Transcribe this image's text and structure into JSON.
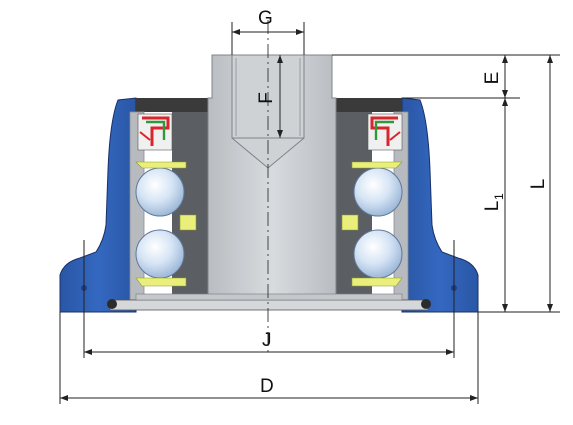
{
  "labels": {
    "G": "G",
    "F": "F",
    "E": "E",
    "L1": "L",
    "L1_sub": "1",
    "L": "L",
    "J": "J",
    "D": "D"
  },
  "colors": {
    "housing_blue": "#2e5fb4",
    "housing_blue_dark": "#1f3f85",
    "shaft_grey": "#c9cccf",
    "shaft_grey_dark": "#9ea3a8",
    "ring_grey": "#b7bbbf",
    "ball_blue": "#cfe0f4",
    "seal_red": "#d8262c",
    "seal_green": "#2f9a3c",
    "cage_yellow": "#e9ef7a",
    "rubber_dark": "#3a3a3a",
    "line": "#222222"
  }
}
